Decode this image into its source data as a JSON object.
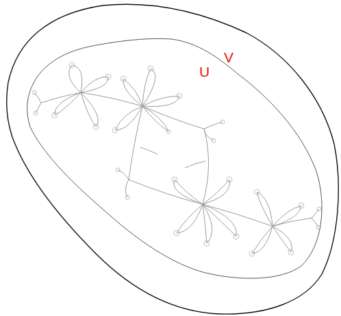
{
  "diagram": {
    "nodes": [
      {
        "text": [
          "V"
        ]
      },
      {
        "text": [
          "U"
        ],
        "in": 0
      }
    ]
  }
}
